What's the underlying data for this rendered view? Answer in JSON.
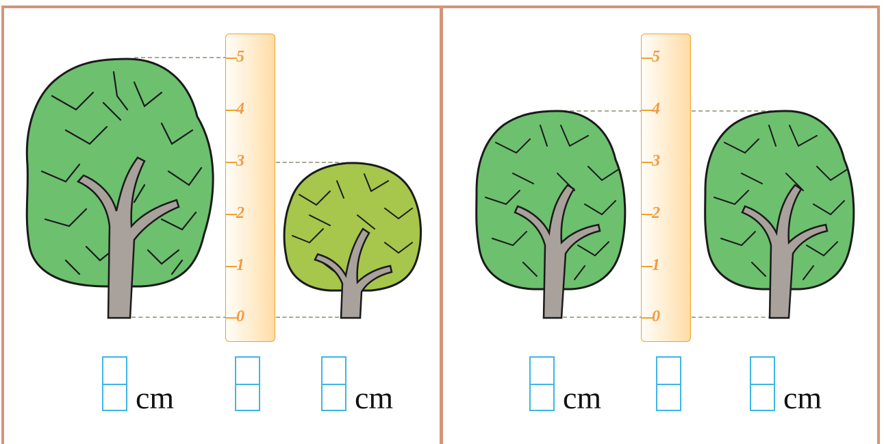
{
  "rulers": [
    {
      "id": "left",
      "ticks": [
        "5",
        "4",
        "3",
        "2",
        "1",
        "0"
      ]
    },
    {
      "id": "right",
      "ticks": [
        "5",
        "4",
        "3",
        "2",
        "1",
        "0"
      ]
    }
  ],
  "unit_label": "cm",
  "colors": {
    "frame": "#d4957a",
    "ruler_border": "#f0a030",
    "ruler_numbers": "#f29a40",
    "guide_lines": "#a8a890",
    "answer_boxes": "#3eb6e4",
    "tree_green": "#6cc06e",
    "small_tree_green": "#a6c64c",
    "trunk": "#a9a19b"
  }
}
